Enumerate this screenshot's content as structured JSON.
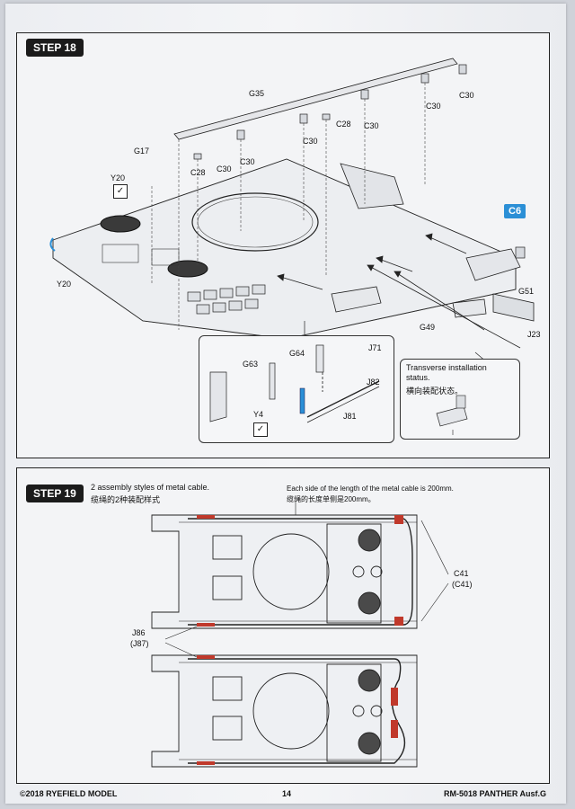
{
  "step18": {
    "badge": "STEP 18",
    "labels": {
      "g35": "G35",
      "c30": "C30",
      "c28": "C28",
      "g17": "G17",
      "y20": "Y20",
      "c6": "C6",
      "g51": "G51",
      "g49": "G49",
      "j23": "J23",
      "g64": "G64",
      "j71": "J71",
      "g63": "G63",
      "j82": "J82",
      "y4": "Y4",
      "j81": "J81"
    },
    "callout_title": "Transverse installation status.",
    "callout_cn": "横向装配状态。"
  },
  "step19": {
    "badge": "STEP 19",
    "title": "2 assembly styles of metal cable.",
    "title_cn": "缆绳的2种装配样式",
    "note": "Each side of the length of the metal cable is 200mm.",
    "note_cn": "缆绳的长度单侧是200mm。",
    "c41": "C41",
    "c41_alt": "(C41)",
    "j86": "J86",
    "j87": "(J87)"
  },
  "footer": {
    "brand": "©2018 RYEFIELD MODEL",
    "page": "14",
    "model": "RM-5018 PANTHER Ausf.G"
  },
  "colors": {
    "accent_c6": "#2b8fd6",
    "cable": "#c0392b"
  },
  "icons": [
    "check-box-icon"
  ]
}
